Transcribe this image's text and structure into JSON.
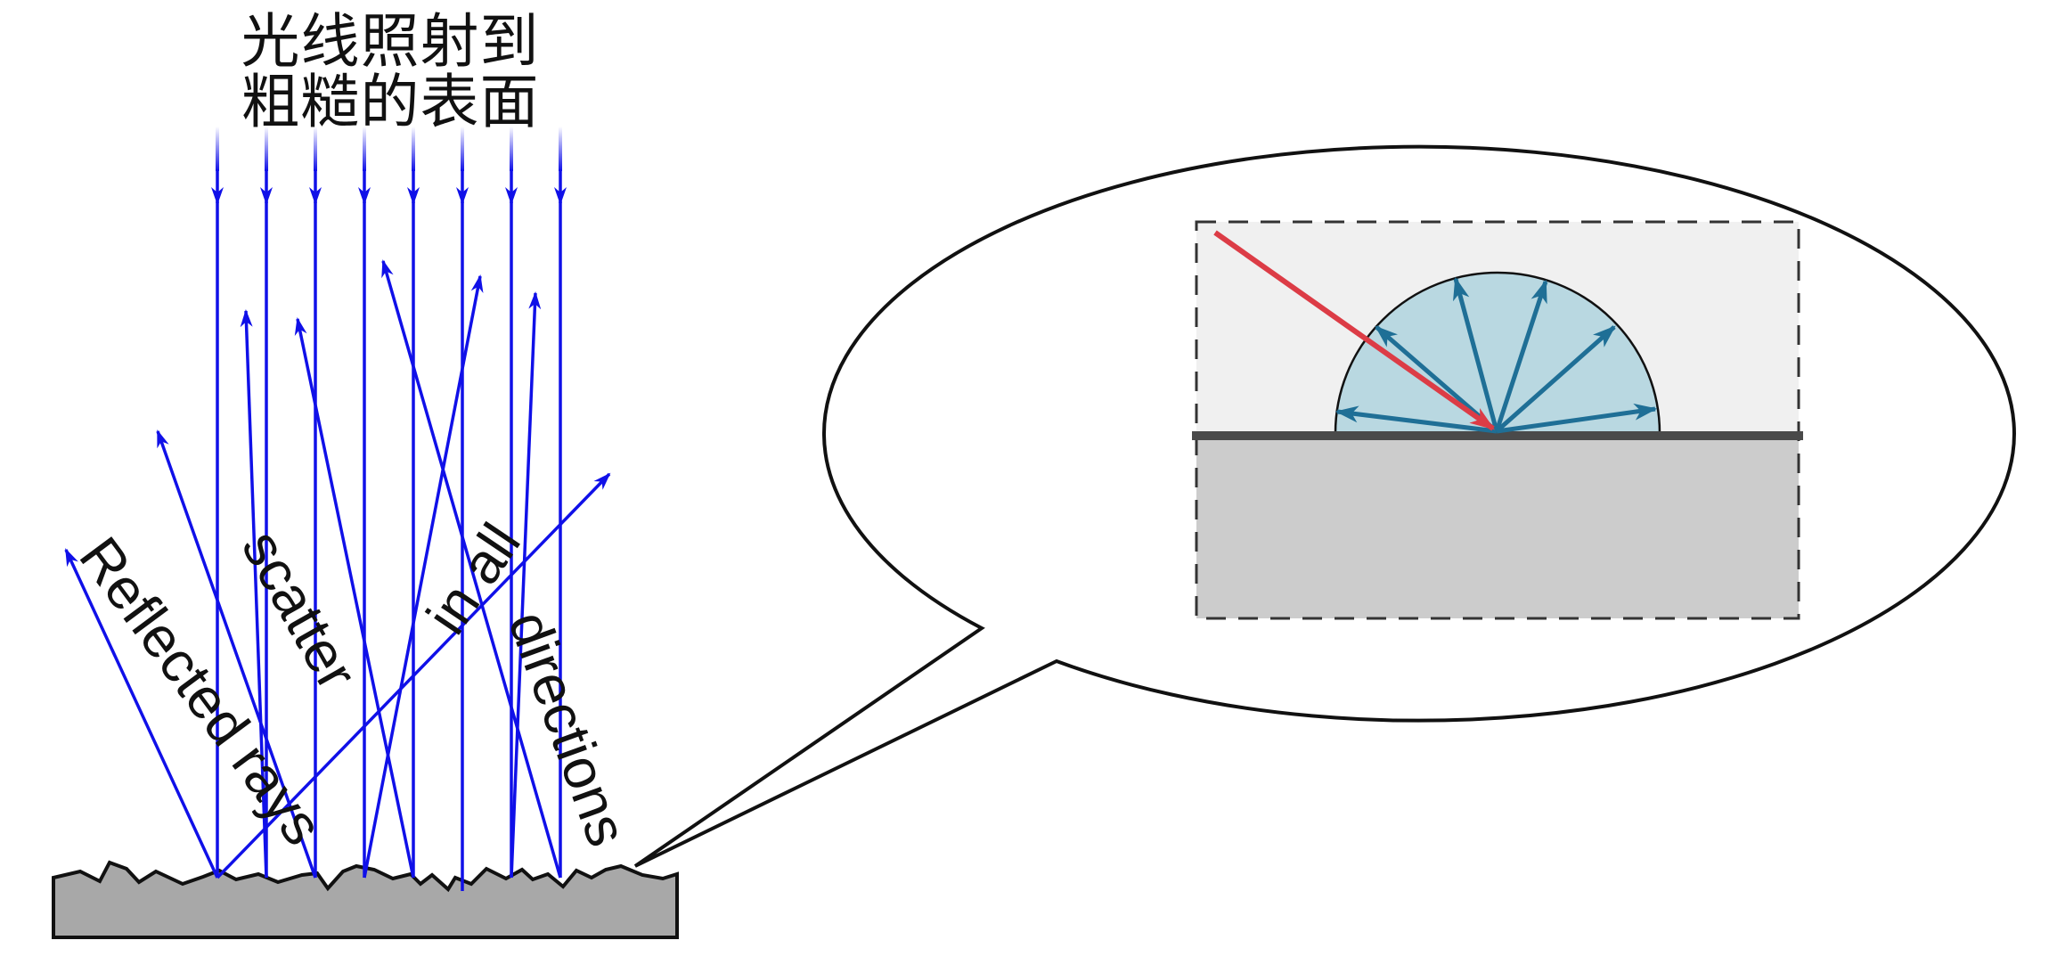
{
  "title": {
    "line1": "光线照射到",
    "line2": "粗糙的表面"
  },
  "labels": {
    "reflected_rays": "Reflected rays",
    "scatter": "scatter",
    "in_all": "in all",
    "directions": "directions"
  },
  "colors": {
    "ray": "#1010e8",
    "surface_fill": "#a8a8a8",
    "surface_stroke": "#111111",
    "inset_upper": "#f0f0f0",
    "inset_lower": "#cccccc",
    "inset_surface": "#4a4a4a",
    "hemisphere_fill": "#b9d8e1",
    "scatter_arrow": "#1f6f96",
    "incident_arrow": "#dc3c46"
  }
}
